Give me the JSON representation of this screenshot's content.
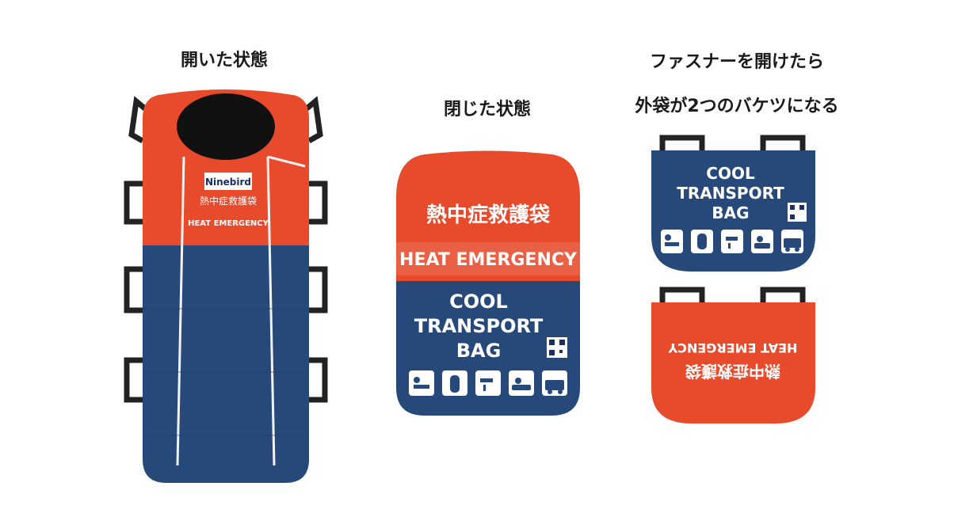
{
  "captions": {
    "open": "開いた状態",
    "closed": "閉じた状態",
    "unzipped_line1": "ファスナーを開けたら",
    "unzipped_line2": "外袋が2つのバケツになる"
  },
  "product": {
    "brand": "Ninebird",
    "name_jp": "熱中症救護袋",
    "name_en": "HEAT EMERGENCY",
    "cool_line1": "COOL",
    "cool_line2": "TRANSPORT",
    "cool_line3": "BAG"
  },
  "pictograms": [
    "lying-person-icon",
    "cooling-body-icon",
    "water-tap-icon",
    "bath-icon",
    "ambulance-icon"
  ],
  "colors": {
    "red": "#e84a2c",
    "navy": "#27497a",
    "handle": "#222222"
  }
}
